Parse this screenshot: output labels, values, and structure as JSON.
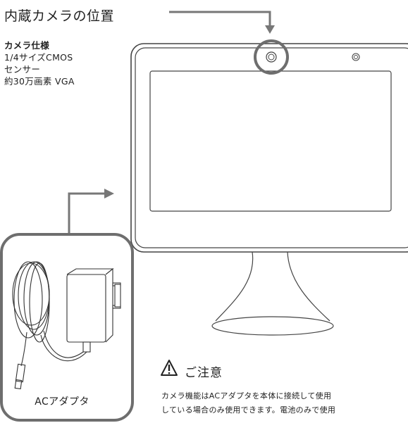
{
  "title": "内蔵カメラの位置",
  "camera_spec": {
    "heading": "カメラ仕様",
    "lines": [
      "1/4サイズCMOS",
      "センサー",
      "約30万画素 VGA"
    ]
  },
  "adapter": {
    "label": "ACアダプタ"
  },
  "caution": {
    "title": "ご注意",
    "lines": [
      "カメラ機能はACアダプタを本体に接続して使用",
      "している場合のみ使用できます。電池のみで使用"
    ]
  },
  "colors": {
    "line": "#444444",
    "highlight": "#6e6e6e",
    "arrow": "#777777"
  }
}
